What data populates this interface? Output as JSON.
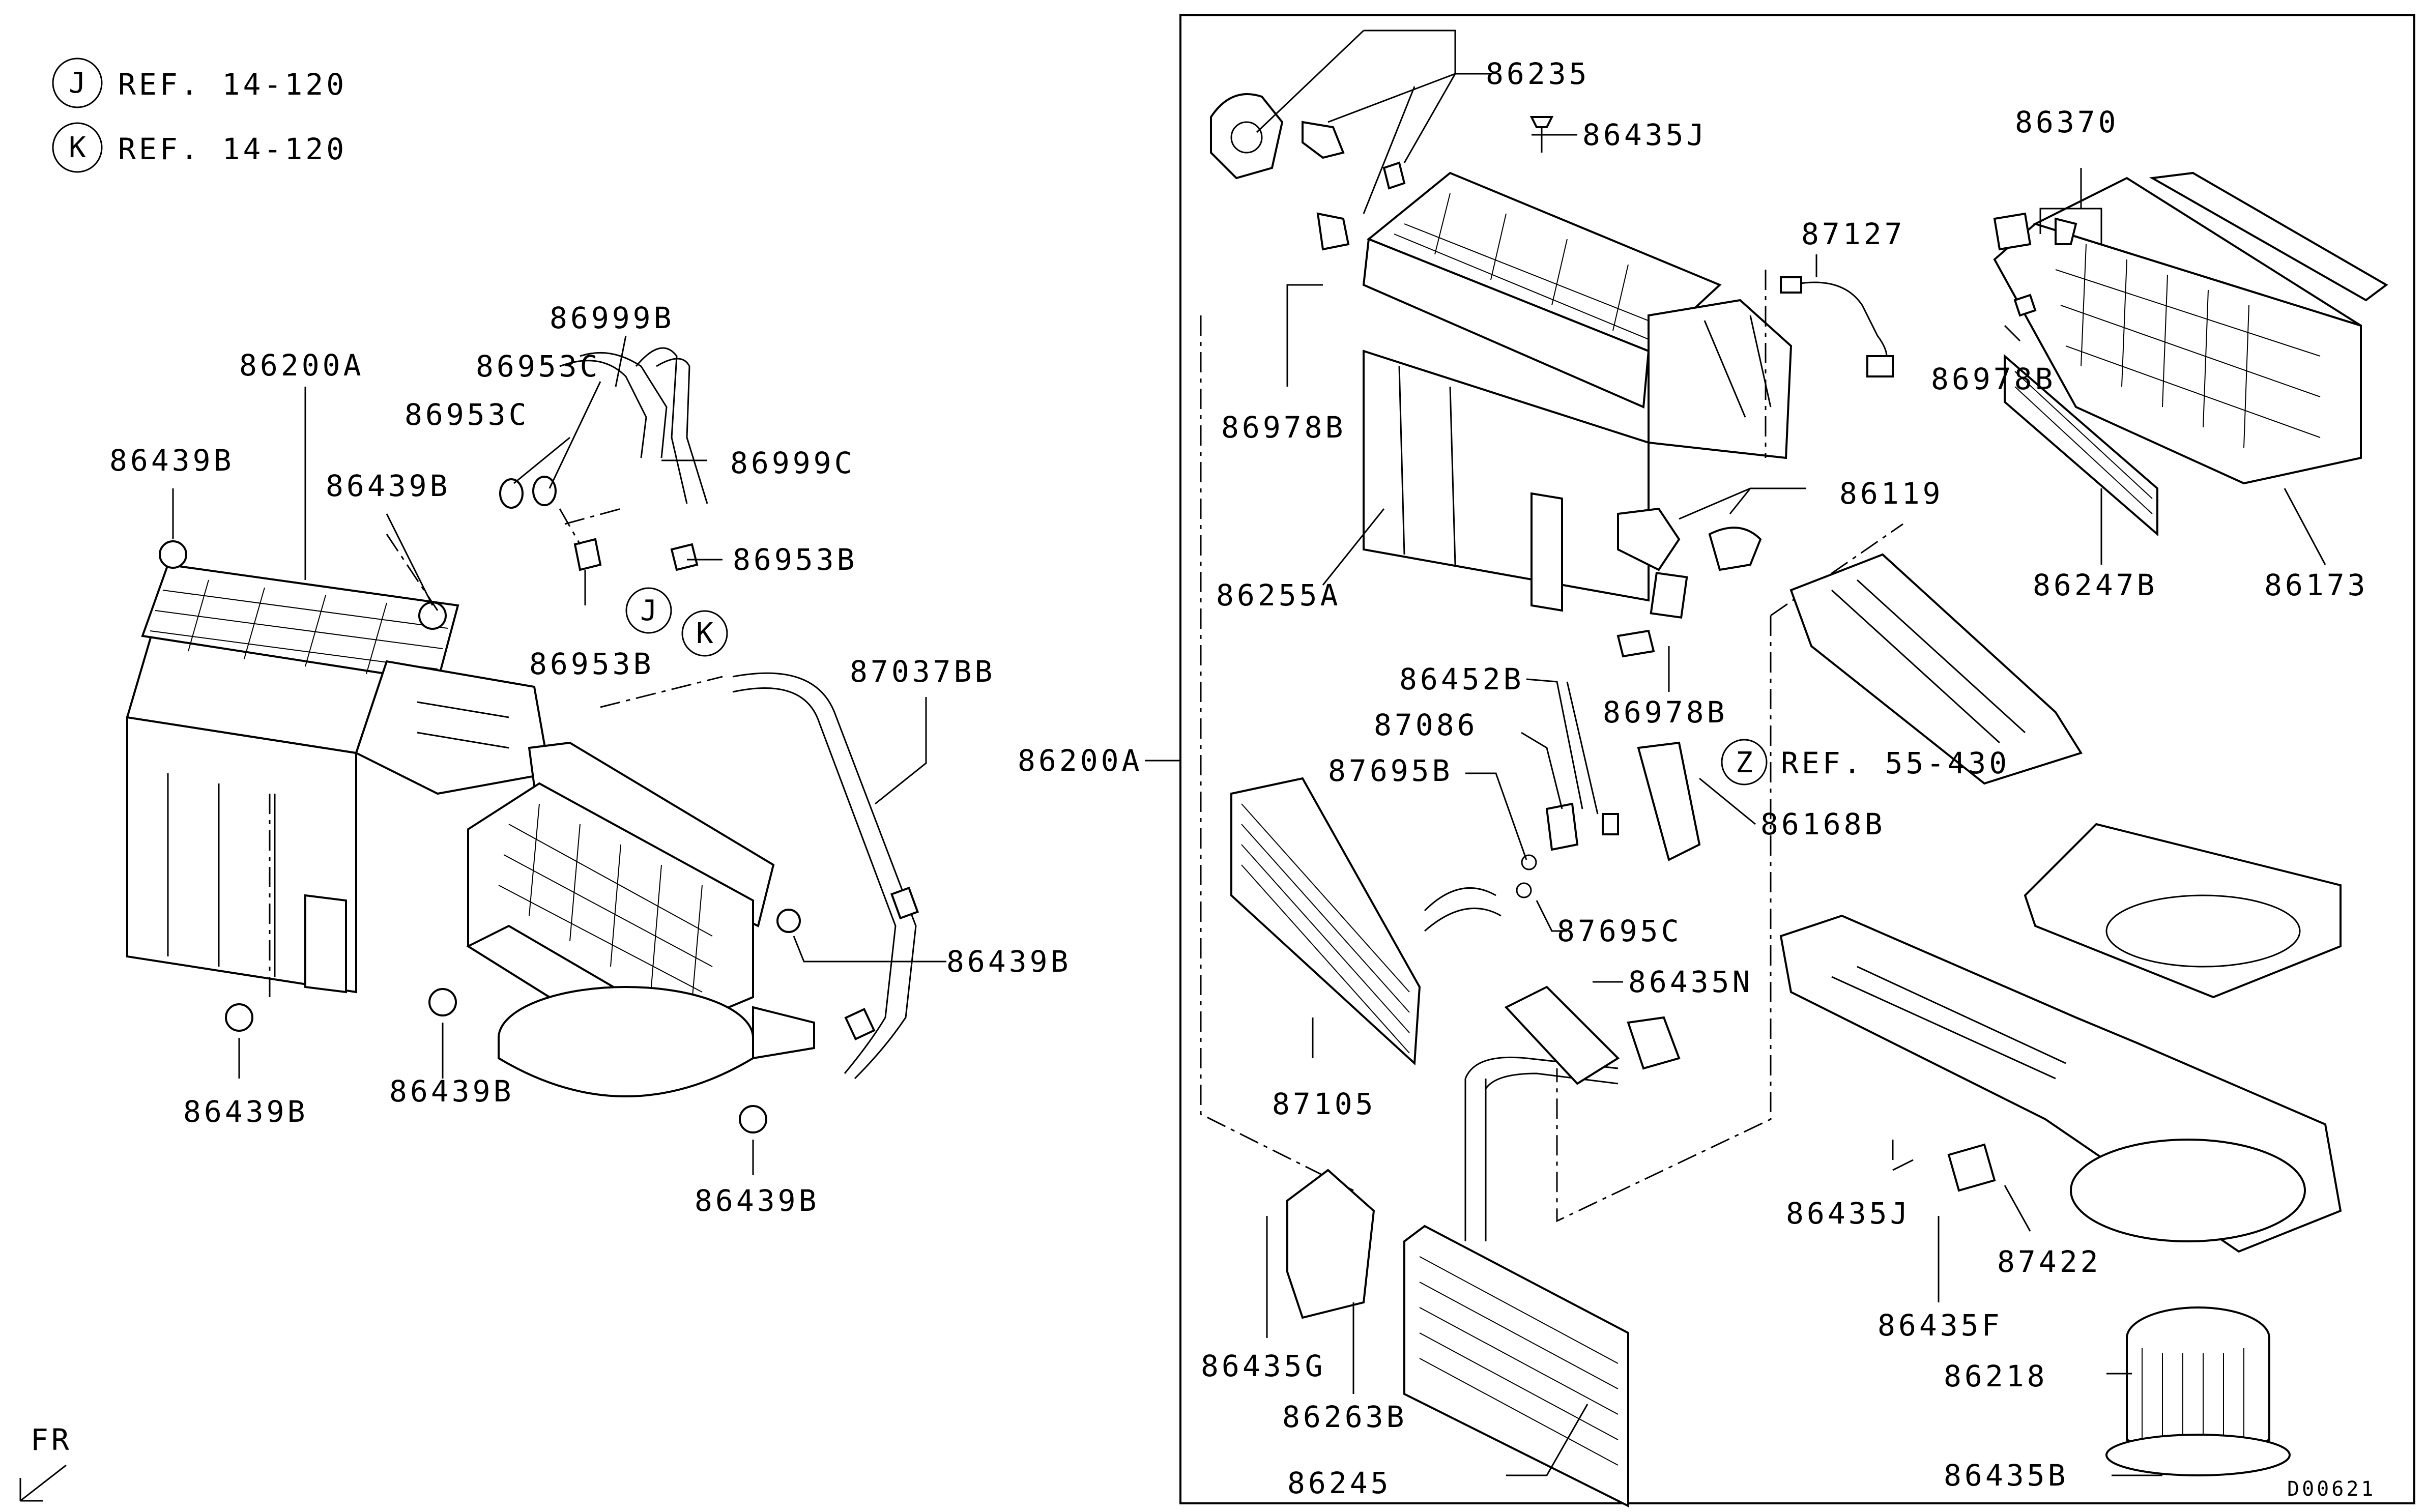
{
  "refs": [
    {
      "mark": "J",
      "text": "REF. 14-120"
    },
    {
      "mark": "K",
      "text": "REF. 14-120"
    }
  ],
  "z_ref": {
    "mark": "Z",
    "text": "REF. 55-430"
  },
  "left_labels": {
    "l86200A": "86200A",
    "l86439B_tl": "86439B",
    "l86439B_mid": "86439B",
    "l86999B": "86999B",
    "l86953C_a": "86953C",
    "l86953C_b": "86953C",
    "l86999C": "86999C",
    "l86953B_a": "86953B",
    "l86953B_b": "86953B",
    "l87037BB": "87037BB",
    "l86439B_r": "86439B",
    "l86439B_bl": "86439B",
    "l86439B_bm": "86439B",
    "l86439B_br": "86439B"
  },
  "right_labels": {
    "r86200A": "86200A",
    "r86235": "86235",
    "r86435J_top": "86435J",
    "r87127": "87127",
    "r86370": "86370",
    "r86978B_tr": "86978B",
    "r86978B_l": "86978B",
    "r86119": "86119",
    "r86255A": "86255A",
    "r86247B": "86247B",
    "r86173": "86173",
    "r86978B_m": "86978B",
    "r86452B": "86452B",
    "r87086": "87086",
    "r87695B": "87695B",
    "r86168B": "86168B",
    "r87695C": "87695C",
    "r86435N": "86435N",
    "r87105": "87105",
    "r86435J_b": "86435J",
    "r87422": "87422",
    "r86435F": "86435F",
    "r86435G": "86435G",
    "r86263B": "86263B",
    "r86218": "86218",
    "r86245": "86245",
    "r86435B": "86435B"
  },
  "direction": "FR",
  "diagram_code": "D00621",
  "icons": [
    "front-direction-arrow-icon",
    "reference-circle-icon"
  ]
}
